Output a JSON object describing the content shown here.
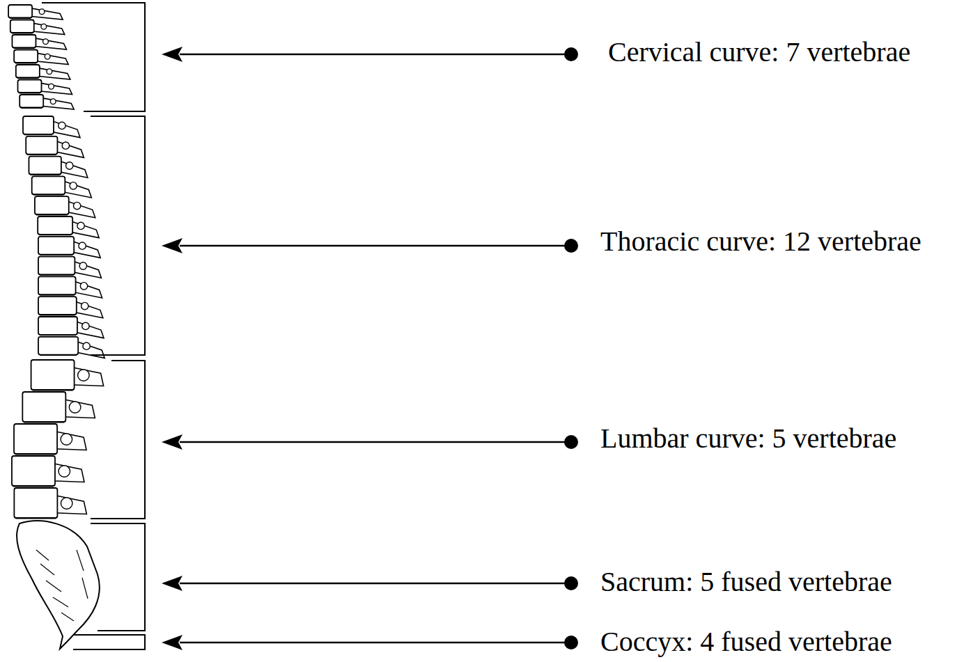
{
  "diagram": {
    "labels": [
      "Cervical curve: 7 vertebrae",
      "Thoracic curve: 12 vertebrae",
      "Lumbar curve: 5 vertebrae",
      "Sacrum: 5 fused vertebrae",
      "Coccyx: 4 fused vertebrae"
    ]
  }
}
